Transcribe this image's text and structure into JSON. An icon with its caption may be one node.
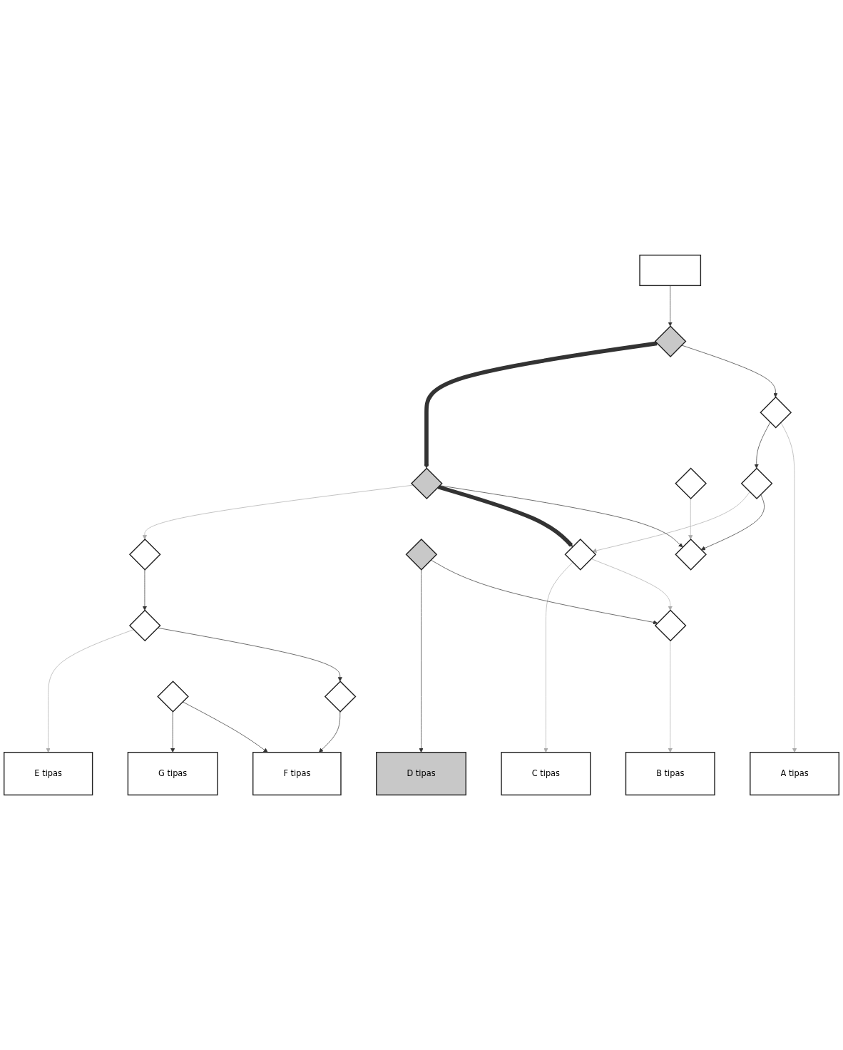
{
  "diagram": {
    "nodes": [
      {
        "text": [],
        "shape": "box"
      },
      {
        "text": [],
        "shape": "diamond"
      },
      {
        "text": [],
        "shape": "diamond"
      },
      {
        "text": [],
        "shape": "diamond"
      },
      {
        "text": [],
        "shape": "diamond"
      },
      {
        "text": [],
        "shape": "diamond"
      },
      {
        "text": [],
        "shape": "diamond"
      },
      {
        "text": [],
        "shape": "diamond"
      },
      {
        "text": [],
        "shape": "diamond"
      },
      {
        "text": [],
        "shape": "diamond"
      },
      {
        "text": [],
        "shape": "diamond"
      },
      {
        "text": [],
        "shape": "diamond"
      },
      {
        "text": [],
        "shape": "diamond"
      },
      {
        "text": [],
        "shape": "diamond"
      },
      {
        "text": [
          "A tipas"
        ]
      },
      {
        "text": [
          "B tipas"
        ]
      },
      {
        "text": [
          "C tipas"
        ]
      },
      {
        "text": [
          "D tipas"
        ]
      },
      {
        "text": [
          "E tipas"
        ]
      },
      {
        "text": [
          "F tipas"
        ]
      },
      {
        "text": [
          "G tipas"
        ]
      }
    ],
    "edges": [
      {
        "from": 0,
        "to": 1,
        "arrow": "to"
      },
      {
        "from": 1,
        "to": 2,
        "arrow": "to"
      },
      {
        "from": 1,
        "to": 5,
        "arrow": "to",
        "style": "thick"
      },
      {
        "from": 2,
        "to": 14,
        "arrow": "to",
        "color": "#aaaaaa"
      },
      {
        "from": 2,
        "to": 3,
        "arrow": "to"
      },
      {
        "from": 3,
        "to": 6,
        "arrow": "to"
      },
      {
        "from": 3,
        "to": 7,
        "arrow": "to",
        "color": "#aaaaaa"
      },
      {
        "from": 4,
        "to": 6,
        "arrow": "to",
        "color": "#aaaaaa"
      },
      {
        "from": 5,
        "to": 6,
        "arrow": "to"
      },
      {
        "from": 5,
        "to": 7,
        "arrow": "to",
        "style": "thick"
      },
      {
        "from": 5,
        "to": 9,
        "arrow": "to",
        "color": "#aaaaaa"
      },
      {
        "from": 7,
        "to": 10,
        "arrow": "to",
        "color": "#aaaaaa"
      },
      {
        "from": 7,
        "to": 16,
        "arrow": "to",
        "color": "#aaaaaa"
      },
      {
        "from": 8,
        "to": 10,
        "arrow": "to"
      },
      {
        "from": 8,
        "to": 17,
        "arrow": "to"
      },
      {
        "from": 9,
        "to": 11,
        "arrow": "to"
      },
      {
        "from": 10,
        "to": 15,
        "arrow": "to",
        "color": "#aaaaaa"
      },
      {
        "from": 11,
        "to": 12,
        "arrow": "to"
      },
      {
        "from": 11,
        "to": 18,
        "arrow": "to",
        "color": "#aaaaaa"
      },
      {
        "from": 12,
        "to": 19,
        "arrow": "to"
      },
      {
        "from": 13,
        "to": 19,
        "arrow": "to"
      },
      {
        "from": 13,
        "to": 20,
        "arrow": "to"
      }
    ]
  }
}
